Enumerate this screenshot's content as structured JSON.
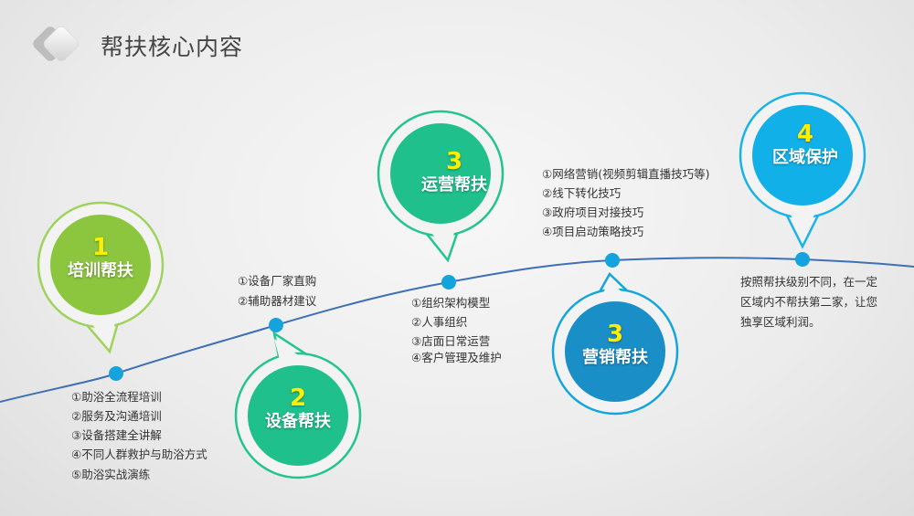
{
  "title": "帮扶核心内容",
  "colors": {
    "curve": "#3f6fb5",
    "dot": "#15a3de",
    "green": "#8cc63f",
    "teal": "#1fc08c",
    "blue": "#1a8ec6",
    "cyan": "#12b0e8",
    "number": "#ffee00"
  },
  "bubbles": [
    {
      "num": "1",
      "label": "培训帮扶"
    },
    {
      "num": "2",
      "label": "设备帮扶"
    },
    {
      "num": "3",
      "label": "运营帮扶"
    },
    {
      "num": "3",
      "label": "营销帮扶"
    },
    {
      "num": "4",
      "label": "区域保护"
    }
  ],
  "training": [
    "①助浴全流程培训",
    "②服务及沟通培训",
    "③设备搭建全讲解",
    "④不同人群救护与助浴方式",
    "⑤助浴实战演练"
  ],
  "equipment": [
    "①设备厂家直购",
    "②辅助器材建议"
  ],
  "operation": [
    "①组织架构模型",
    "②人事组织",
    "③店面日常运营",
    "④客户管理及维护"
  ],
  "marketing": [
    "①网络营销(视频剪辑直播技巧等)",
    "②线下转化技巧",
    "③政府项目对接技巧",
    "④项目启动策略技巧"
  ],
  "region": "按照帮扶级别不同，在一定区域内不帮扶第二家，让您独享区域利润。"
}
